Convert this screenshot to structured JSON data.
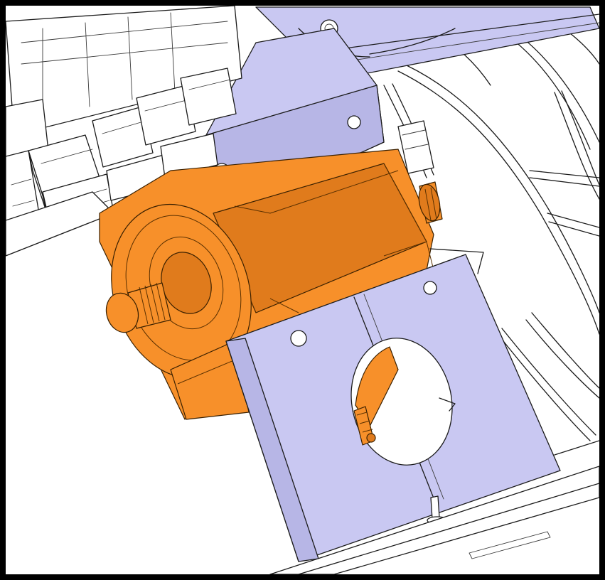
{
  "colors": {
    "frame": "#000000",
    "background": "#ffffff",
    "bracket": "#c9c8f2",
    "actuator": "#f7902a",
    "linework": "#1b1b1b"
  },
  "parts": {
    "relay_fuse_box": "relay-fuse-box",
    "actuator_motor": "actuator-motor",
    "mounting_bracket": "mounting-bracket",
    "wire_harness": "wire-harness"
  }
}
